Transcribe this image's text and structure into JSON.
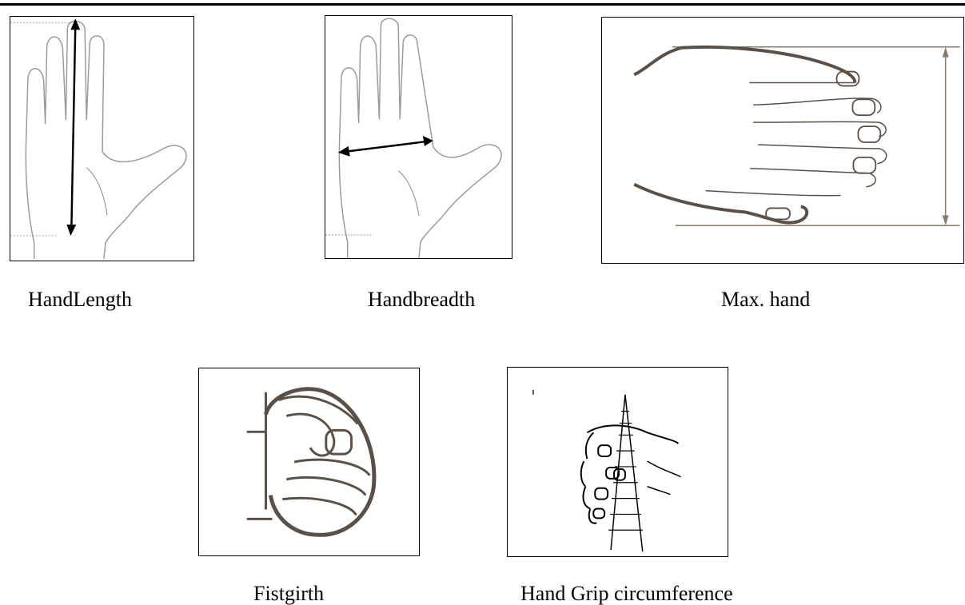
{
  "figures": [
    {
      "id": "hand-length",
      "caption": "HandLength",
      "icon": "hand-length-measure-icon"
    },
    {
      "id": "handbreadth",
      "caption": "Handbreadth",
      "icon": "handbreadth-measure-icon"
    },
    {
      "id": "max-hand",
      "caption": "Max. hand",
      "icon": "max-hand-measure-icon"
    },
    {
      "id": "fistgirth",
      "caption": "Fistgirth",
      "icon": "fist-girth-icon"
    },
    {
      "id": "hand-grip",
      "caption": "Hand Grip circumference",
      "icon": "hand-grip-cone-icon"
    }
  ],
  "colors": {
    "outline": "#9a9a9a",
    "ink": "#5a5048",
    "arrow": "#000000",
    "guide": "#8a7a6a"
  }
}
